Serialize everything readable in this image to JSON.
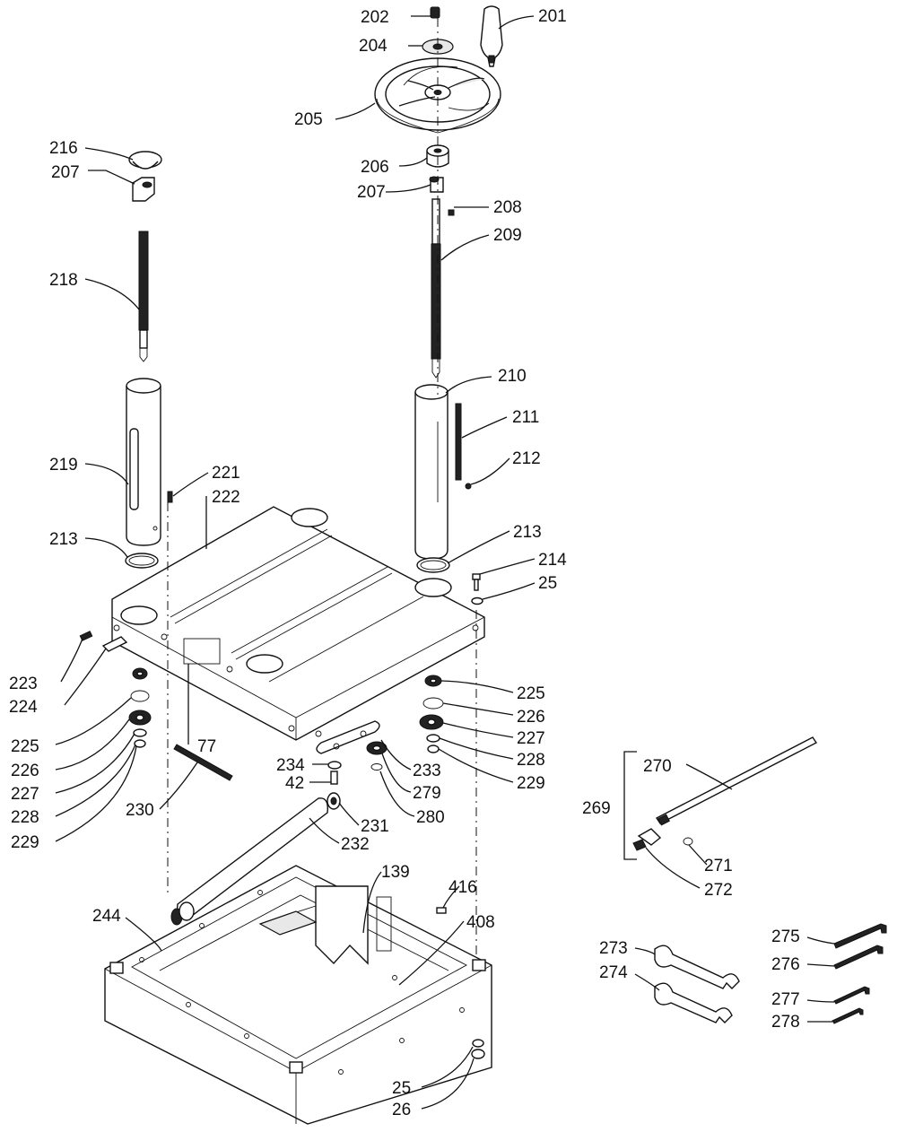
{
  "labels": {
    "l201": "201",
    "l202": "202",
    "l204": "204",
    "l205": "205",
    "l206": "206",
    "l207a": "207",
    "l207b": "207",
    "l208": "208",
    "l209": "209",
    "l210": "210",
    "l211": "211",
    "l212": "212",
    "l213a": "213",
    "l213b": "213",
    "l214": "214",
    "l25a": "25",
    "l25b": "25",
    "l26": "26",
    "l216": "216",
    "l218": "218",
    "l219": "219",
    "l221": "221",
    "l222": "222",
    "l223": "223",
    "l224": "224",
    "l77": "77",
    "l225a": "225",
    "l225b": "225",
    "l226a": "226",
    "l226b": "226",
    "l227a": "227",
    "l227b": "227",
    "l228a": "228",
    "l228b": "228",
    "l229a": "229",
    "l229b": "229",
    "l230": "230",
    "l231": "231",
    "l232": "232",
    "l233": "233",
    "l234": "234",
    "l42": "42",
    "l279": "279",
    "l280": "280",
    "l139": "139",
    "l416": "416",
    "l408": "408",
    "l244": "244",
    "l269": "269",
    "l270": "270",
    "l271": "271",
    "l272": "272",
    "l273": "273",
    "l274": "274",
    "l275": "275",
    "l276": "276",
    "l277": "277",
    "l278": "278"
  }
}
